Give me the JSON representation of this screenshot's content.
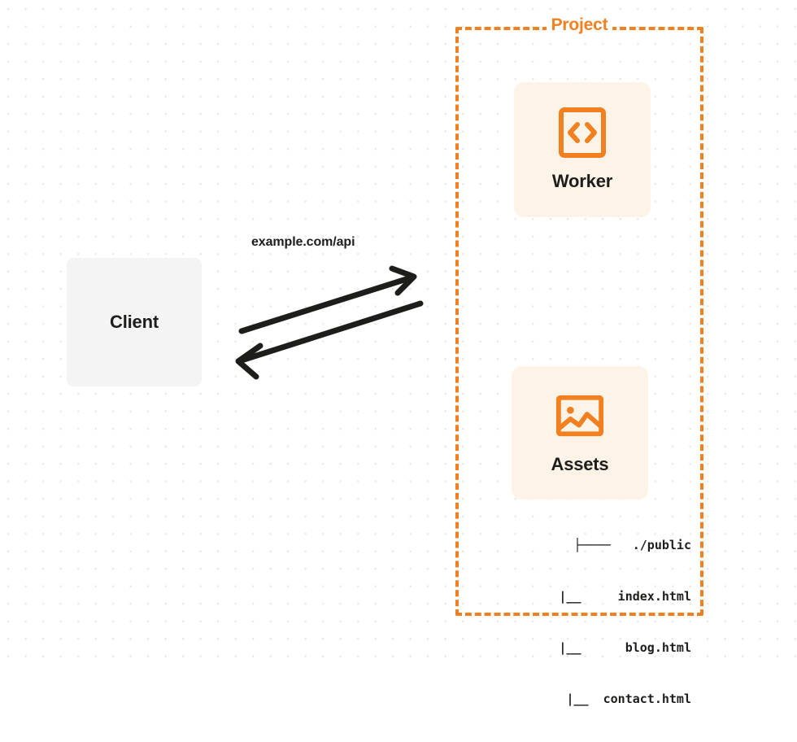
{
  "diagram": {
    "type": "architecture-diagram",
    "background": {
      "style": "dot-grid",
      "dot_color": "#e9e9e9",
      "page_color": "#ffffff"
    },
    "colors": {
      "accent": "#f38020",
      "card_fill": "#fdf3e7",
      "client_fill": "#f4f4f5",
      "text": "#1d1d1b"
    },
    "client": {
      "label": "Client"
    },
    "connection": {
      "label": "example.com/api",
      "direction": "bidirectional",
      "arrow_color": "#1d1d1b"
    },
    "project": {
      "title": "Project",
      "border_style": "dashed",
      "nodes": [
        {
          "id": "worker",
          "label": "Worker",
          "icon": "code-brackets-icon"
        },
        {
          "id": "assets",
          "label": "Assets",
          "icon": "image-picture-icon"
        }
      ],
      "file_tree": [
        {
          "prefix": "├──",
          "name": "./public"
        },
        {
          "prefix": "|__",
          "name": "index.html"
        },
        {
          "prefix": "|__",
          "name": "blog.html"
        },
        {
          "prefix": "|__",
          "name": "contact.html"
        }
      ],
      "file_tree_lines": [
        "├────   ./public",
        " |__     index.html",
        " |__      blog.html",
        " |__  contact.html"
      ]
    }
  }
}
